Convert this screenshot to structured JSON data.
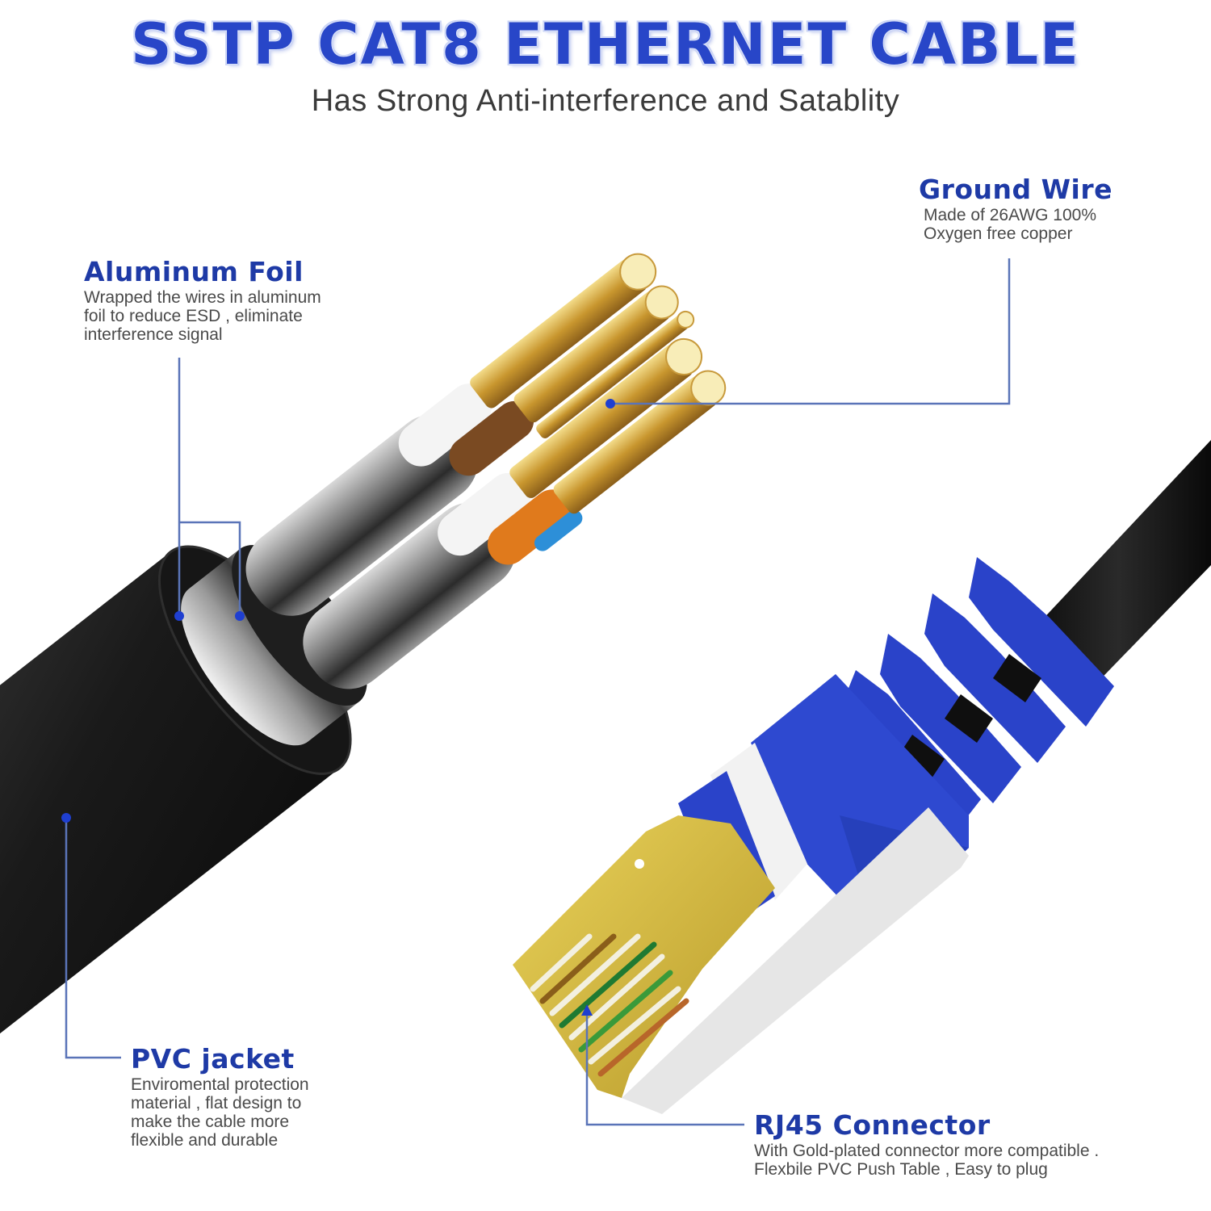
{
  "header": {
    "title": "SSTP CAT8 ETHERNET CABLE",
    "subtitle": "Has Strong Anti-interference and Satablity"
  },
  "callouts": {
    "ground_wire": {
      "title": "Ground Wire",
      "lines": [
        "Made of 26AWG 100%",
        "Oxygen free copper"
      ]
    },
    "aluminum_foil": {
      "title": "Aluminum Foil",
      "lines": [
        "Wrapped the wires in aluminum",
        "foil to reduce ESD , eliminate",
        "interference signal"
      ]
    },
    "pvc_jacket": {
      "title": "PVC jacket",
      "lines": [
        "Enviromental protection",
        "material , flat design to",
        "make the cable more",
        "flexible and durable"
      ]
    },
    "rj45_connector": {
      "title": "RJ45 Connector",
      "lines": [
        "With Gold-plated connector more compatible .",
        "Flexbile PVC Push Table , Easy to plug"
      ]
    }
  },
  "colors": {
    "title_blue": "#2846c8",
    "label_blue": "#1e3aa6",
    "callout_line": "#5a74b8",
    "callout_dot": "#1f3fd0",
    "jacket_black": "#1c1c1c",
    "boot_blue": "#2a43c9",
    "gold": "#d8b64a",
    "copper": "#c89a3c",
    "wire_brown": "#7a4a22",
    "wire_orange": "#e07a1c",
    "wire_blue": "#2d8fd8"
  }
}
